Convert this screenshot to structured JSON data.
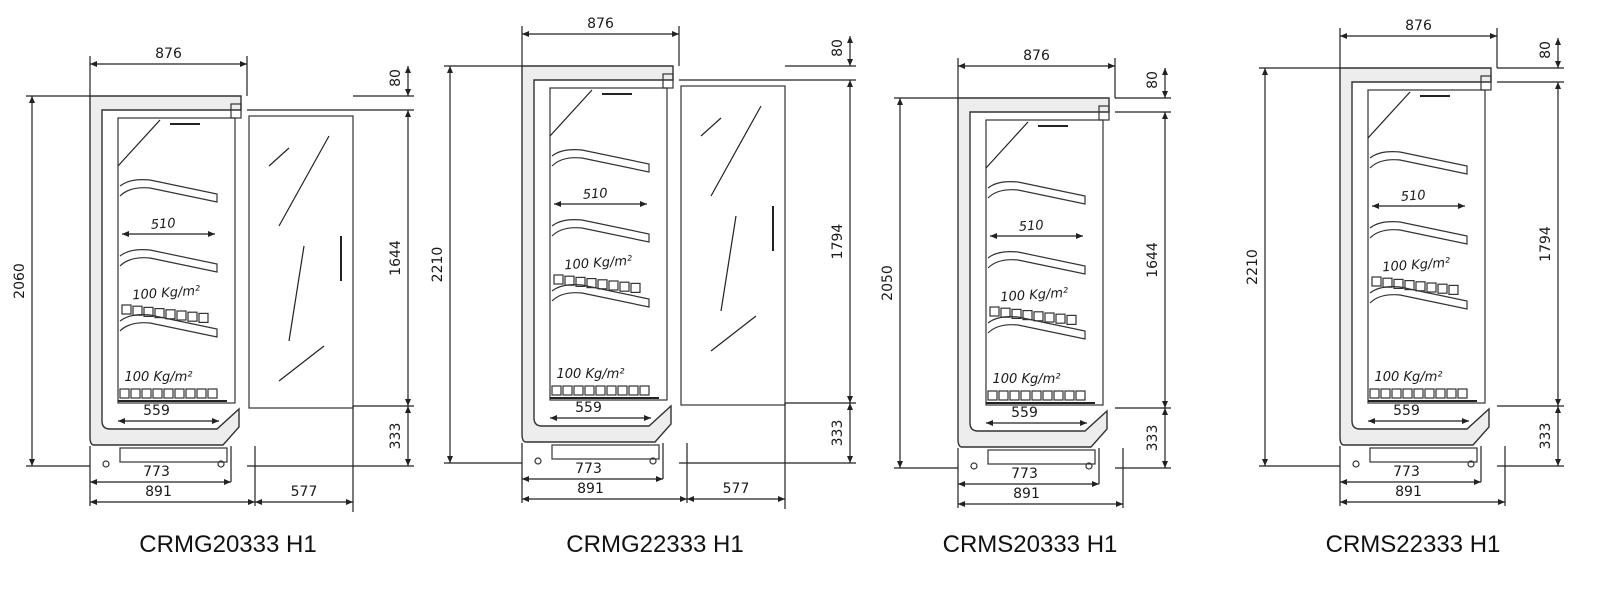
{
  "units": [
    {
      "model": "CRMG20333 H1",
      "door": true,
      "dims": {
        "width_top": "876",
        "height_total": "2060",
        "top_cap": "80",
        "door_height": "1644",
        "base_height": "333",
        "shelf_depth": "510",
        "floor_depth": "559",
        "inner_depth": "773",
        "outer_depth": "891",
        "door_depth": "577",
        "load_shelf": "100 Kg/m²",
        "load_floor": "100 Kg/m²"
      }
    },
    {
      "model": "CRMG22333 H1",
      "door": true,
      "dims": {
        "width_top": "876",
        "height_total": "2210",
        "top_cap": "80",
        "door_height": "1794",
        "base_height": "333",
        "shelf_depth": "510",
        "floor_depth": "559",
        "inner_depth": "773",
        "outer_depth": "891",
        "door_depth": "577",
        "load_shelf": "100 Kg/m²",
        "load_floor": "100 Kg/m²"
      }
    },
    {
      "model": "CRMS20333 H1",
      "door": false,
      "dims": {
        "width_top": "876",
        "height_total": "2050",
        "top_cap": "80",
        "door_height": "1644",
        "base_height": "333",
        "shelf_depth": "510",
        "floor_depth": "559",
        "inner_depth": "773",
        "outer_depth": "891",
        "load_shelf": "100 Kg/m²",
        "load_floor": "100 Kg/m²"
      }
    },
    {
      "model": "CRMS22333 H1",
      "door": false,
      "dims": {
        "width_top": "876",
        "height_total": "2210",
        "top_cap": "80",
        "door_height": "1794",
        "base_height": "333",
        "shelf_depth": "510",
        "floor_depth": "559",
        "inner_depth": "773",
        "outer_depth": "891",
        "load_shelf": "100 Kg/m²",
        "load_floor": "100 Kg/m²"
      }
    }
  ]
}
